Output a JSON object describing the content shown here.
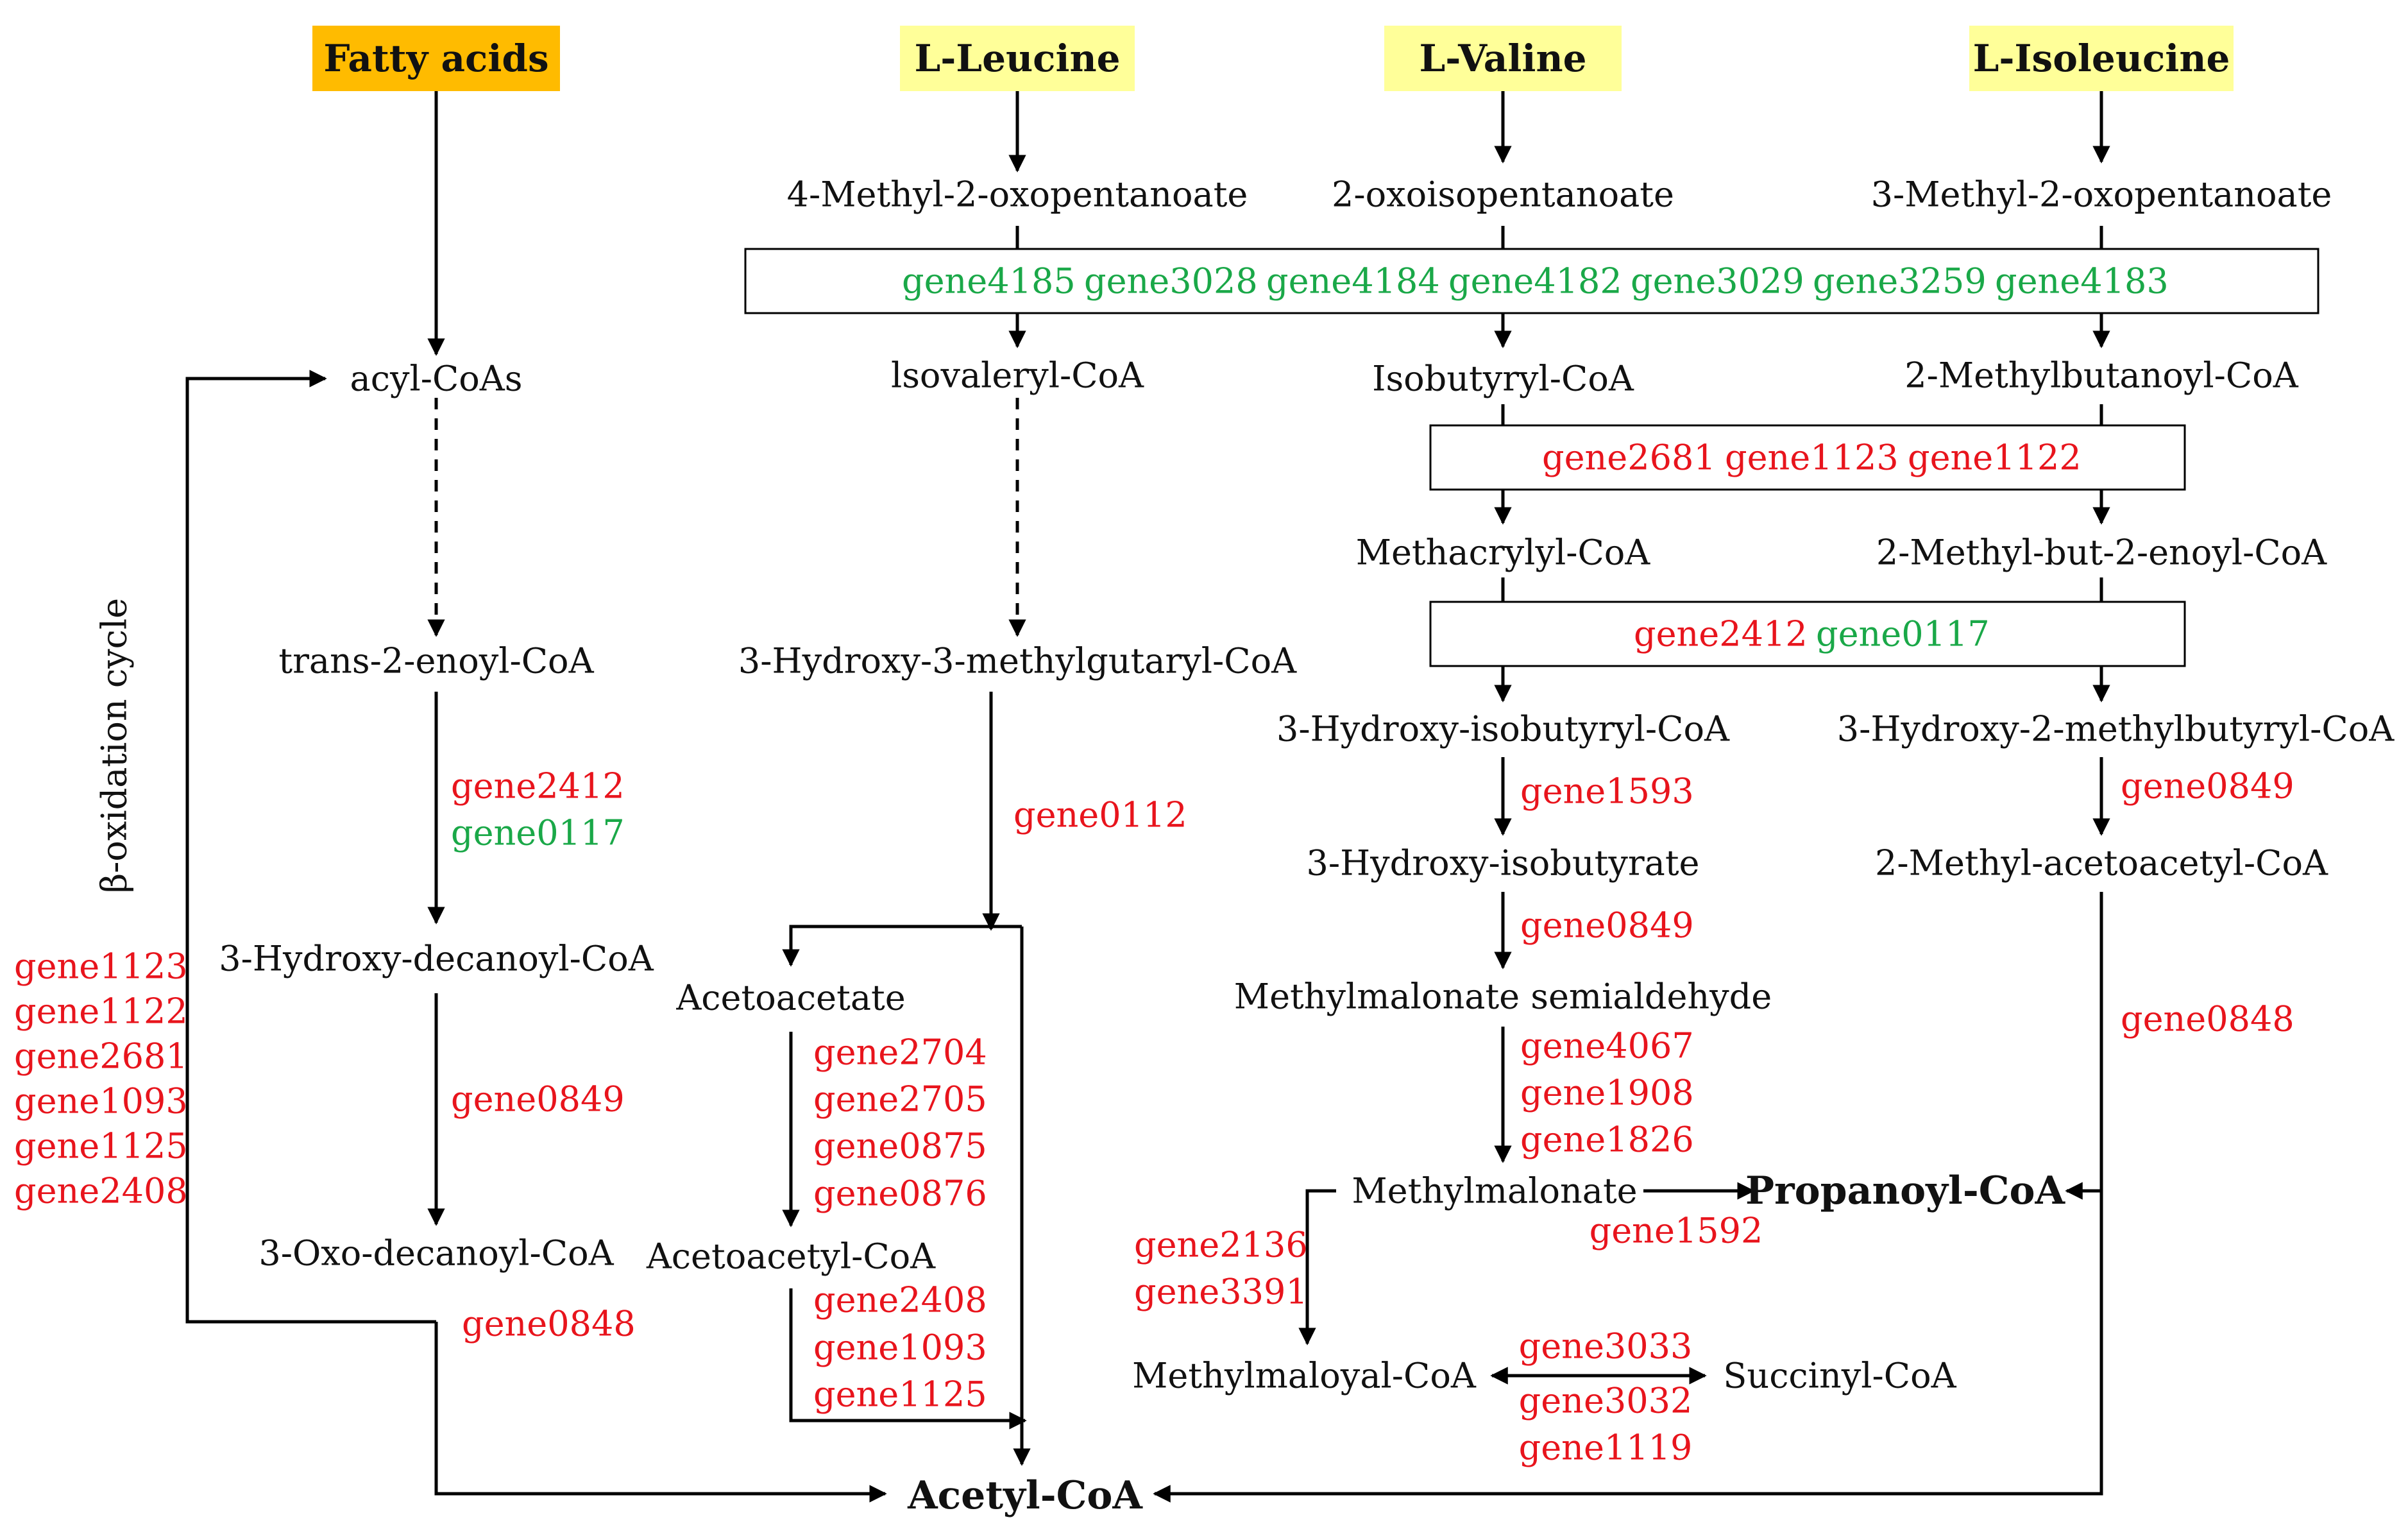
{
  "title": "",
  "headers": {
    "fatty": "Fatty  acids",
    "leucine": "L-Leucine",
    "valine": "L-Valine",
    "isoleucine": "L-Isoleucine"
  },
  "colors": {
    "fatty_bg": "#ffbb00",
    "aa_bg": "#ffff99",
    "red_gene": "#e8141c",
    "green_gene": "#1aa848"
  },
  "compounds": {
    "acyl_coas": "acyl-CoAs",
    "trans_enoyl": "trans-2-enoyl-CoA",
    "hydroxy_decanoyl": "3-Hydroxy-decanoyl-CoA",
    "oxo_decanoyl": "3-Oxo-decanoyl-CoA",
    "methyl_oxopentanoate_4": "4-Methyl-2-oxopentanoate",
    "isovaleryl": "lsovaleryl-CoA",
    "hmg": "3-Hydroxy-3-methylgutaryl-CoA",
    "acetoacetate": "Acetoacetate",
    "acetoacetyl": "Acetoacetyl-CoA",
    "oxoisopentanoate": "2-oxoisopentanoate",
    "isobutyryl": "Isobutyryl-CoA",
    "methacrylyl": "Methacrylyl-CoA",
    "hydroxy_isobutyryl": "3-Hydroxy-isobutyryl-CoA",
    "hydroxy_isobutyrate": "3-Hydroxy-isobutyrate",
    "methylmalonate_semialdehyde": "Methylmalonate semialdehyde",
    "methylmalonate": "Methylmalonate",
    "methylmaloyal": "Methylmaloyal-CoA",
    "succinyl": "Succinyl-CoA",
    "methyl_oxopentanoate_3": "3-Methyl-2-oxopentanoate",
    "methylbutanoyl": "2-Methylbutanoyl-CoA",
    "methylbutenoyl": "2-Methyl-but-2-enoyl-CoA",
    "hydroxy_methylbutyryl": "3-Hydroxy-2-methylbutyryl-CoA",
    "methyl_acetoacetyl": "2-Methyl-acetoacetyl-CoA",
    "propanoyl": "Propanoyl-CoA",
    "acetyl": "Acetyl-CoA"
  },
  "cycle_label": "β-oxidation cycle",
  "genes": {
    "box1": [
      "gene4185",
      "gene3028",
      "gene4184",
      "gene4182",
      "gene3029",
      "gene3259",
      "gene4183"
    ],
    "box2": [
      "gene2681",
      "gene1123",
      "gene1122"
    ],
    "box3_red": "gene2412",
    "box3_green": "gene0117",
    "fa_step1_red": "gene2412",
    "fa_step1_green": "gene0117",
    "fa_step2": "gene0849",
    "fa_step3": "gene0848",
    "cycle": [
      "gene1123",
      "gene1122",
      "gene2681",
      "gene1093",
      "gene1125",
      "gene2408"
    ],
    "leu_hmg": "gene0112",
    "leu_acetoacetate": [
      "gene2704",
      "gene2705",
      "gene0875",
      "gene0876"
    ],
    "leu_acetoacetyl": [
      "gene2408",
      "gene1093",
      "gene1125"
    ],
    "val_1": "gene1593",
    "val_2": "gene0849",
    "val_3": [
      "gene4067",
      "gene1908",
      "gene1826"
    ],
    "val_propanoyl": "gene1592",
    "val_methylmaloyal": [
      "gene2136",
      "gene3391"
    ],
    "val_succinyl": [
      "gene3033",
      "gene3032",
      "gene1119"
    ],
    "ile_1": "gene0849",
    "ile_2": "gene0848"
  }
}
